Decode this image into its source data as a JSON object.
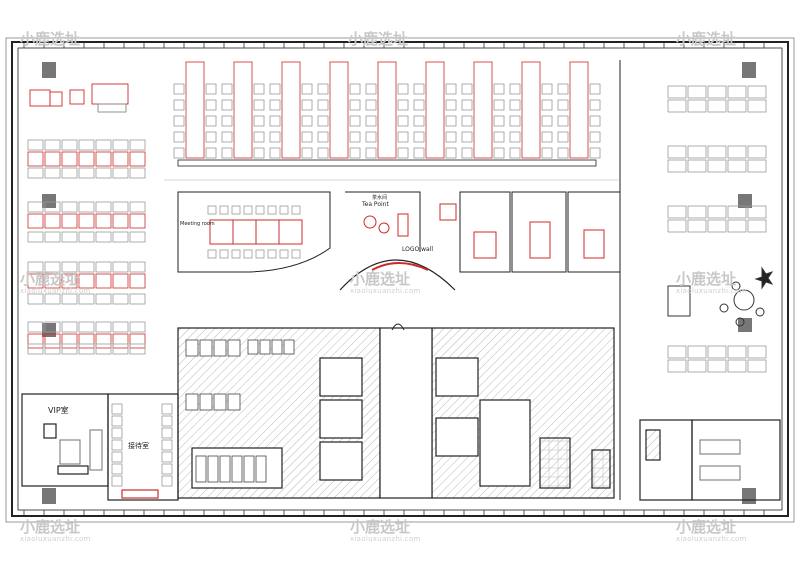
{
  "rooms": {
    "vip_room": "VIP室",
    "reception": "接待室",
    "tea_point": "Tea Point",
    "logo_wall": "LOGO wall",
    "meeting_room": "Meeting room",
    "tea_room": "茶水间"
  },
  "watermark": {
    "brand": "小鹿选址",
    "url": "xiaoluxuanzhi.com"
  },
  "colors": {
    "wall": "#222222",
    "furniture": "#9a9a9a",
    "desk_accent": "#cc2b2b",
    "hatch": "#888888",
    "watermark": "#c8c8c8"
  }
}
